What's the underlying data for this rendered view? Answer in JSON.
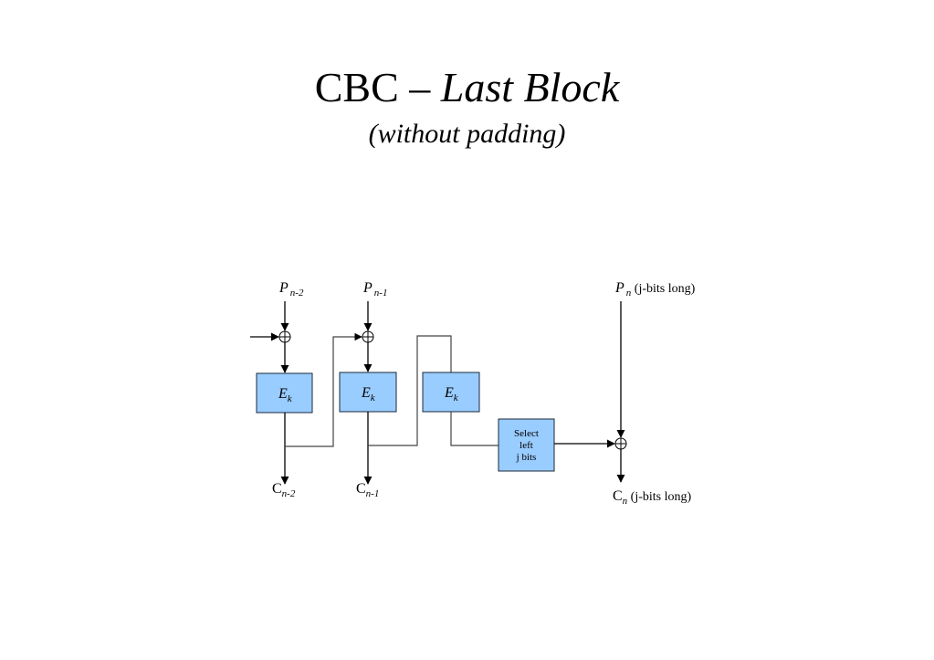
{
  "title": {
    "prefix": "CBC – ",
    "italic": "Last Block",
    "subtitle": "(without padding)"
  },
  "diagram": {
    "box_color": "#99ccff",
    "box_border": "#1a2a3a",
    "line_color": "#000000",
    "inputs": [
      {
        "main": "P",
        "sub": "n-2",
        "suffix": ""
      },
      {
        "main": "P",
        "sub": "n-1",
        "suffix": ""
      },
      {
        "main": "P",
        "sub": "n",
        "suffix": " (j-bits long)"
      }
    ],
    "encrypt_blocks": [
      {
        "main": "E",
        "sub": "k"
      },
      {
        "main": "E",
        "sub": "k"
      },
      {
        "main": "E",
        "sub": "k"
      }
    ],
    "select_block": {
      "lines": [
        "Select",
        "left",
        "j bits"
      ]
    },
    "outputs": [
      {
        "main": "C",
        "sub": "n-2",
        "suffix": ""
      },
      {
        "main": "C",
        "sub": "n-1",
        "suffix": ""
      },
      {
        "main": "C",
        "sub": "n",
        "suffix": " (j-bits long)"
      }
    ],
    "xor_symbol": "⊕"
  }
}
